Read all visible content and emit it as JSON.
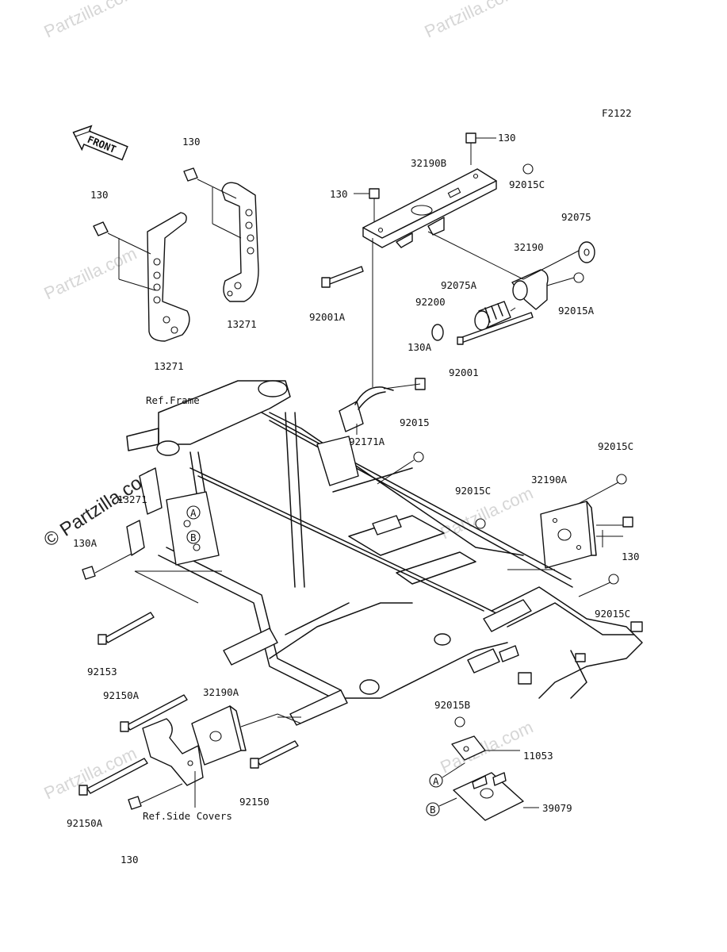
{
  "diagram_id": "F2122",
  "front_label": "FRONT",
  "watermark": "Partzilla.com",
  "watermark_large": "© Partzilla.com",
  "reference_labels": {
    "ref_frame": "Ref.Frame",
    "ref_side_covers": "Ref.Side Covers"
  },
  "callouts": {
    "a": "A",
    "b": "B"
  },
  "part_labels": {
    "p130_top_right": "130",
    "p130_top_left": "130",
    "p130_left": "130",
    "p130_mid": "130",
    "p130_right": "130",
    "p130_bottom": "130",
    "p32190b": "32190B",
    "p92015c_top": "92015C",
    "p92075": "92075",
    "p32190": "32190",
    "p92075a": "92075A",
    "p92200": "92200",
    "p92015a": "92015A",
    "p92001a": "92001A",
    "p130a_mid": "130A",
    "p92001": "92001",
    "p13271_right": "13271",
    "p13271_left": "13271",
    "p92015": "92015",
    "p92171a": "92171A",
    "p92015c_right": "92015C",
    "p92015c_mid": "92015C",
    "p32190a_right": "32190A",
    "p92015c_low": "92015C",
    "p13271_frame": "13271",
    "p130a_left": "130A",
    "p92153": "92153",
    "p92150a_top": "92150A",
    "p32190a_bottom": "32190A",
    "p92015b": "92015B",
    "p11053": "11053",
    "p92150": "92150",
    "p92150a_bottom": "92150A",
    "p39079": "39079"
  }
}
